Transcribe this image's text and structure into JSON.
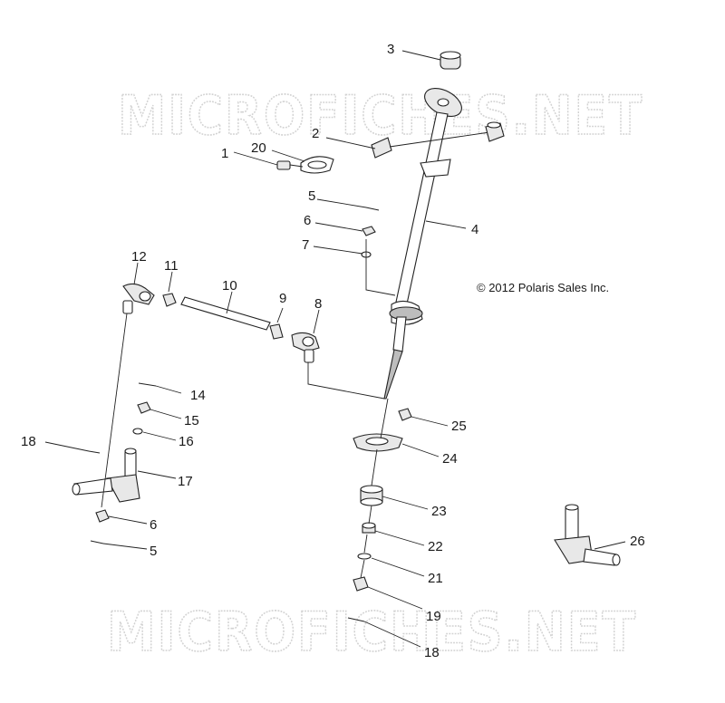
{
  "watermark": "MICROFICHES.NET",
  "copyright": "© 2012 Polaris Sales Inc.",
  "callouts": [
    "1",
    "2",
    "3",
    "4",
    "5",
    "6",
    "7",
    "8",
    "9",
    "10",
    "11",
    "12",
    "14",
    "15",
    "16",
    "17",
    "18",
    "6",
    "5",
    "19",
    "18",
    "20",
    "21",
    "22",
    "23",
    "24",
    "25",
    "26"
  ]
}
